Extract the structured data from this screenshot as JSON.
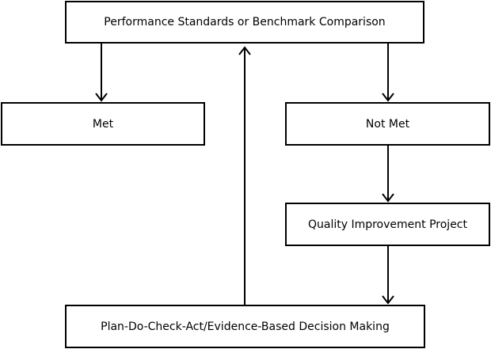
{
  "nodes": {
    "benchmark": "Performance Standards or Benchmark Comparison",
    "met": "Met",
    "not_met": "Not Met",
    "quality_improvement": "Quality Improvement Project",
    "pdca": "Plan-Do-Check-Act/Evidence-Based Decision Making"
  },
  "edges": [
    {
      "from": "benchmark",
      "to": "met"
    },
    {
      "from": "benchmark",
      "to": "not_met"
    },
    {
      "from": "not_met",
      "to": "quality_improvement"
    },
    {
      "from": "quality_improvement",
      "to": "pdca"
    },
    {
      "from": "pdca",
      "to": "benchmark"
    }
  ],
  "colors": {
    "stroke": "#000000",
    "background": "#ffffff"
  }
}
